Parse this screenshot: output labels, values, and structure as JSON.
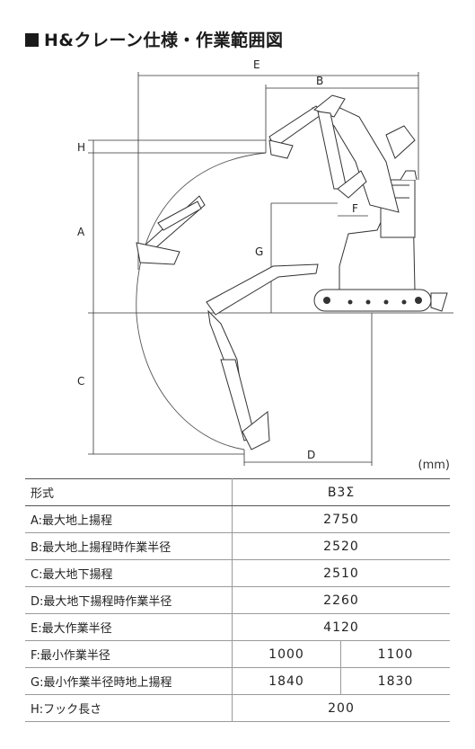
{
  "title": "H&クレーン仕様・作業範囲図",
  "diagram": {
    "labels": {
      "A": "A",
      "B": "B",
      "C": "C",
      "D": "D",
      "E": "E",
      "F": "F",
      "G": "G",
      "H": "H"
    }
  },
  "unit": "(mm)",
  "table": {
    "header": {
      "label": "形式",
      "value": "B3Σ"
    },
    "rows": [
      {
        "label": "A:最大地上揚程",
        "value": "2750"
      },
      {
        "label": "B:最大地上揚程時作業半径",
        "value": "2520"
      },
      {
        "label": "C:最大地下揚程",
        "value": "2510"
      },
      {
        "label": "D:最大地下揚程時作業半径",
        "value": "2260"
      },
      {
        "label": "E:最大作業半径",
        "value": "4120"
      },
      {
        "label": "F:最小作業半径",
        "value1": "1000",
        "value2": "1100"
      },
      {
        "label": "G:最小作業半径時地上揚程",
        "value1": "1840",
        "value2": "1830"
      },
      {
        "label": "H:フック長さ",
        "value": "200"
      }
    ]
  }
}
